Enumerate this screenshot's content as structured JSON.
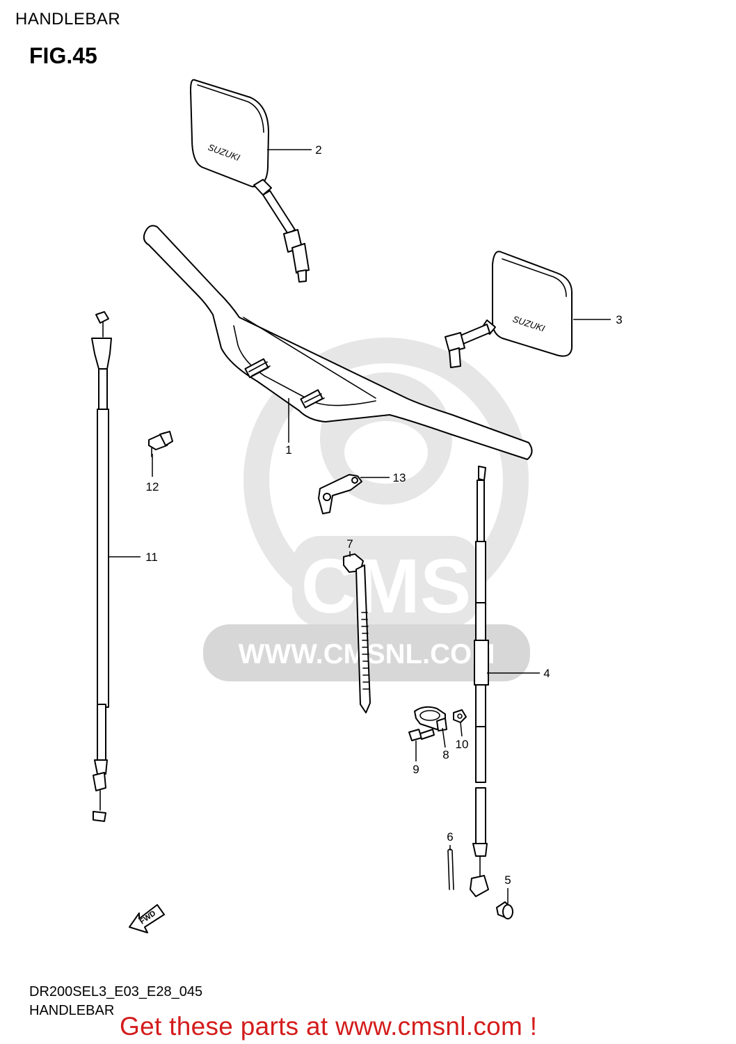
{
  "header": {
    "title": "HANDLEBAR",
    "figure": "FIG.45"
  },
  "footer": {
    "code": "DR200SEL3_E03_E28_045",
    "subtitle": "HANDLEBAR"
  },
  "promo": {
    "text": "Get these parts at www.cmsnl.com !",
    "color": "#d41c1c"
  },
  "watermark": {
    "brand": "CMS",
    "url": "WWW.CMSNL.COM"
  },
  "mirror_brand": "SUZUKI",
  "fwd_label": "FWD",
  "callouts": [
    "1",
    "2",
    "3",
    "4",
    "5",
    "6",
    "7",
    "8",
    "9",
    "10",
    "11",
    "12",
    "13"
  ]
}
